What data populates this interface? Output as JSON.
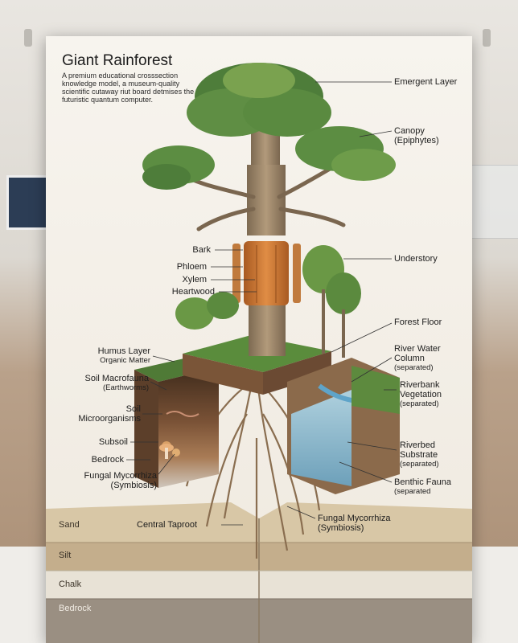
{
  "title": "Giant Rainforest",
  "subtitle": "A premium educational crosssection knowledge model, a museum-quality scientific cutaway riut board detmises the futuristic quantum computer.",
  "labels_right": {
    "emergent": "Emergent Layer",
    "canopy": "Canopy",
    "canopy_sub": "(Epiphytes)",
    "understory": "Understory",
    "forest_floor": "Forest Floor",
    "river_water": "River Water",
    "river_water_2": "Column",
    "river_water_sub": "(separated)",
    "riverbank": "Riverbank",
    "riverbank_2": "Vegetation",
    "riverbank_sub": "(separated)",
    "riverbed": "Riverbed",
    "riverbed_2": "Substrate",
    "riverbed_sub": "(separated)",
    "benthic": "Benthic Fauna",
    "benthic_sub": "(separated",
    "fungal_right": "Fungal Mycorrhiza",
    "fungal_right_sub": "(Symbiosis)"
  },
  "labels_left": {
    "bark": "Bark",
    "phloem": "Phloem",
    "xylem": "Xylem",
    "heartwood": "Heartwood",
    "humus": "Humus Layer",
    "humus_sub": "Organic Matter",
    "macrofauna": "Soil Macrofauna",
    "macrofauna_sub": "(Earthworms)",
    "micro_1": "Soil",
    "micro_2": "Microorganisms",
    "subsoil": "Subsoil",
    "bedrock": "Bedrock",
    "fungal_left": "Fungal Mycorrhiza",
    "fungal_left_sub": "(Symbiosis)",
    "taproot": "Central Taproot"
  },
  "strata": [
    "Sand",
    "Silt",
    "Chalk",
    "Bedrock"
  ],
  "colors": {
    "foliage": "#4e7d3a",
    "foliage_light": "#7aa24f",
    "trunk": "#9a8468",
    "xylem": "#c9772f",
    "soil": "#6b4a33",
    "water": "#8cc2dd",
    "sand": "#d8c7a6",
    "silt": "#c4ae8c",
    "chalk": "#e8e2d6",
    "bedrock": "#9a8f82"
  }
}
